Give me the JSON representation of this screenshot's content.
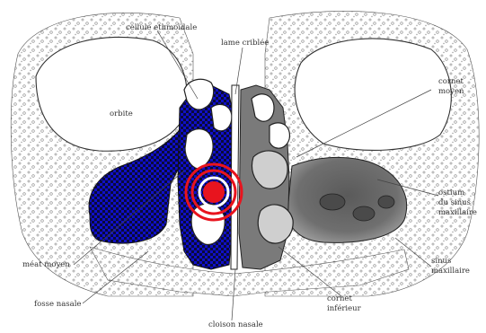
{
  "labels": {
    "cellule_ethmoidale": "cellule ethmoïdale",
    "lame_criblee": "lame criblée",
    "orbite": "orbite",
    "cornet_moyen_1": "cornet",
    "cornet_moyen_2": "moyen",
    "ostium_1": "ostium",
    "ostium_2": "du sinus",
    "ostium_3": "maxillaire",
    "sinus_1": "sinus",
    "sinus_2": "maxillaire",
    "meat_moyen": "méat moyen",
    "fosse_nasale": "fosse nasale",
    "cloison_nasale": "cloison nasale",
    "cornet_inf_1": "cornet",
    "cornet_inf_2": "inférieur"
  },
  "colors": {
    "highlight_blue": "#1010c8",
    "highlight_dark": "#0a0a3a",
    "target_red": "#e8141e",
    "bone_outline": "#222222",
    "sinus_grey": "#6e6e6e",
    "sinus_dark": "#3a3a3a"
  },
  "icons": {
    "target": "target-bullseye-icon"
  }
}
